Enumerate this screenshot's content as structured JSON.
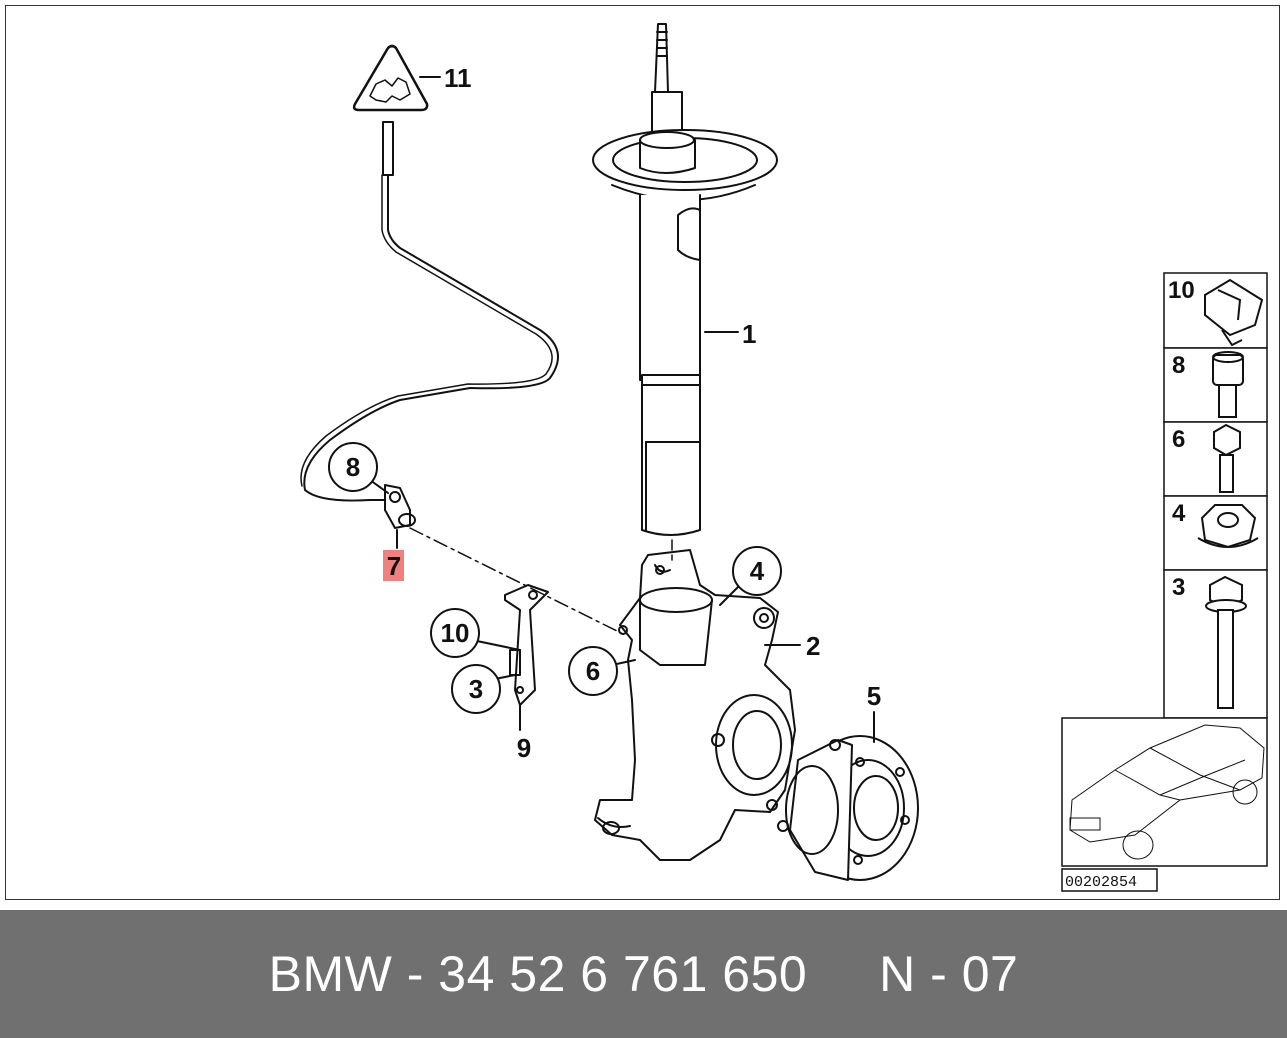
{
  "diagram": {
    "labels": {
      "strut": "1",
      "knuckle": "2",
      "bracket_bolt": "3",
      "nut": "4",
      "hub": "5",
      "hex_bolt": "6",
      "sensor": "7",
      "allen_bolt": "8",
      "bracket": "9",
      "clip": "10",
      "warning": "11"
    },
    "side_panel": [
      "10",
      "8",
      "6",
      "4",
      "3"
    ],
    "image_code": "00202854",
    "highlight_color": "#f08080"
  },
  "footer": {
    "text": "BMW - 34 52 6 761 650     N - 07"
  }
}
